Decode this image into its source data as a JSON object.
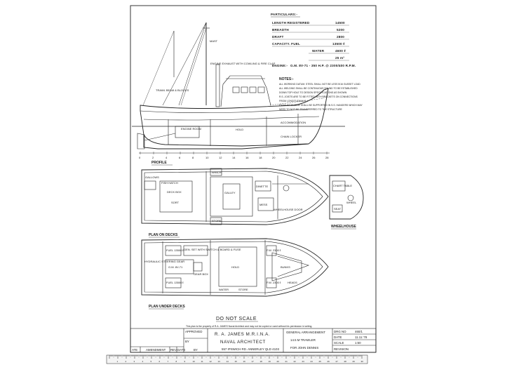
{
  "particulars": {
    "heading": "PARTICULARS:-",
    "rows": [
      {
        "label": "LENGTH REGISTERED",
        "value": "14500"
      },
      {
        "label": "BREADTH",
        "value": "5200"
      },
      {
        "label": "DRAFT",
        "value": "2800"
      },
      {
        "label": "CAPACITY.   FUEL",
        "value": "13500 ℓ"
      },
      {
        "label": "WATER",
        "value": "4600 ℓ"
      },
      {
        "label": "",
        "value": "25 m³"
      },
      {
        "label": "ENGINE:-",
        "value": "G.M. 8V-71 - 350 H.P. @ 2300/400 R.P.M."
      }
    ]
  },
  "notes": {
    "heading": "NOTES:-",
    "lines": [
      "ALL WORKING DATUM. STEEL SHALL NOT BE LESS 5/16 GUSSET LOAD",
      "ALL WELDING SHALL BE CONTINUOUS SOUND TO BE ESTABLISHED",
      "DOWN TOP HOLE TO DESIGN SPECIFICATIONS AS SHOWN",
      "R.S. JOISTS ARE TO BE FITTED WITH BRACKETS ON CONNECTIONS",
      "FROM LONGITUDINALS",
      "EXHAUST ENGINE SHALL BE SUPPORTED IN S.S. HANGERS WHICH MAY",
      "NEED TO NOT BE TRANSFERRED TO THE STRUCTURE"
    ]
  },
  "profile": {
    "title": "PROFILE",
    "labels": {
      "exhaust": "ENGINE EXHAUST WITH COWLING & FIRE CLAP",
      "trawl": "TRAWL BEAM & BLOCKS",
      "engine_room": "ENGINE ROOM",
      "hold": "HOLD",
      "accommodation": "ACCOMMODATION",
      "chain": "CHAIN LOCKER",
      "mast": "MAST"
    },
    "stations": [
      "0",
      "2",
      "4",
      "6",
      "8",
      "10",
      "12",
      "14",
      "16",
      "18",
      "20",
      "22",
      "24",
      "26",
      "28"
    ]
  },
  "plan_on_decks": {
    "title": "PLAN ON DECKS",
    "labels": {
      "gallows": "GALLOWS",
      "fish_hatch": "FISH HATCH",
      "deck_box": "DECK BOX",
      "sort": "SORT",
      "winch": "WINCH",
      "galley": "GALLEY",
      "dinette": "DINETTE",
      "mess": "MESS",
      "wheelhouse_door": "WHEELHOUSE DOOR",
      "store": "STORE"
    }
  },
  "wheelhouse": {
    "title": "WHEELHOUSE",
    "labels": {
      "chart": "CHART TABLE",
      "wheel": "WHEEL",
      "seat": "SEAT"
    }
  },
  "plan_under_decks": {
    "title": "PLAN UNDER DECKS",
    "labels": {
      "hydraulic": "HYDRAULIC STEERING GEAR",
      "fuel1": "FUEL 13500 ℓ",
      "fuel2": "FUEL 13500 ℓ",
      "fuel3": "F.W. 2300 ℓ",
      "fuel4": "F.W. 2300 ℓ",
      "engine": "G.M. 8V-71",
      "gearbox": "GEAR BOX",
      "hold": "HOLD",
      "bunks": "BUNKS",
      "water": "WATER",
      "store": "STORE",
      "heads": "HEADS",
      "gen": "GEN. SET WITH SWITCH & BOARD & FUSE"
    }
  },
  "do_not_scale": "DO NOT SCALE",
  "copyright": "This plan is the property of R.A. JAMES Naval Architect and may not be copied or used without his permission in writing.",
  "title_block": {
    "approved": "APPROVED",
    "by": "BY",
    "architect_name": "R. A. JAMES   M.R.I.N.A.",
    "architect_role": "NAVAL ARCHITECT",
    "address": "557 IPSWICH RD. ANNERLEY QLD 4103",
    "drawing_title": "GENERAL ARRANGEMENT",
    "vessel": "14.5 M TRAWLER",
    "client": "FOR JOHN DENNIS",
    "drg_no_label": "DRG NO",
    "drg_no": "460/1",
    "date_label": "DATE",
    "date": "11.11.'78",
    "scale_label": "SCALE",
    "scale": "1:50",
    "revision_label": "REVISION",
    "amendment": "AMENDMENT",
    "rev": "REV",
    "date_col": "DATE",
    "by_col": "BY",
    "ate": "ATE"
  },
  "ruler": {
    "numbers": [
      "1",
      "2",
      "3",
      "4",
      "5",
      "6",
      "7",
      "8",
      "9",
      "10",
      "11",
      "12",
      "13",
      "14",
      "15",
      "16",
      "17",
      "18",
      "19",
      "20",
      "21",
      "22",
      "23",
      "24",
      "25",
      "26",
      "27",
      "28",
      "29",
      "30"
    ]
  },
  "colors": {
    "ink": "#1a1a1a",
    "paper": "#ffffff"
  }
}
